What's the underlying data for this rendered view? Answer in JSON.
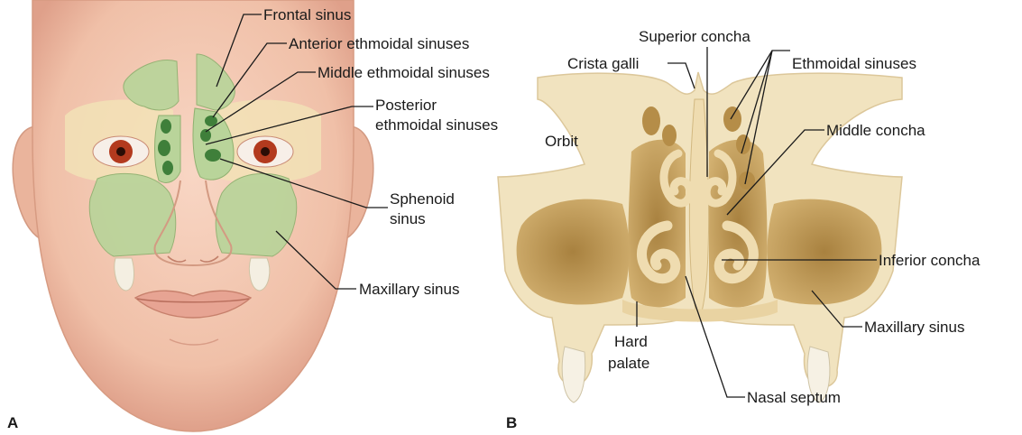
{
  "panels": {
    "a": {
      "panel_label": "A",
      "labels": {
        "frontal_sinus": "Frontal sinus",
        "anterior_ethmoidal": "Anterior ethmoidal sinuses",
        "middle_ethmoidal": "Middle ethmoidal sinuses",
        "posterior_ethmoidal_line1": "Posterior",
        "posterior_ethmoidal_line2": "ethmoidal sinuses",
        "sphenoid_line1": "Sphenoid",
        "sphenoid_line2": "sinus",
        "maxillary_sinus": "Maxillary sinus"
      }
    },
    "b": {
      "panel_label": "B",
      "labels": {
        "crista_galli": "Crista galli",
        "superior_concha": "Superior concha",
        "ethmoidal_sinuses": "Ethmoidal sinuses",
        "orbit": "Orbit",
        "middle_concha": "Middle concha",
        "inferior_concha": "Inferior concha",
        "maxillary_sinus": "Maxillary sinus",
        "hard_palate_line1": "Hard",
        "hard_palate_line2": "palate",
        "nasal_septum": "Nasal septum"
      }
    }
  },
  "colors": {
    "skin": "#f3c6b0",
    "skin_shadow": "#e3a48c",
    "bone": "#f1e3bf",
    "sinus_green": "#b9d49a",
    "ethmoid_dark_green": "#3f7f3a",
    "cavity_brown": "#c19a52",
    "iris": "#b33a1e"
  }
}
